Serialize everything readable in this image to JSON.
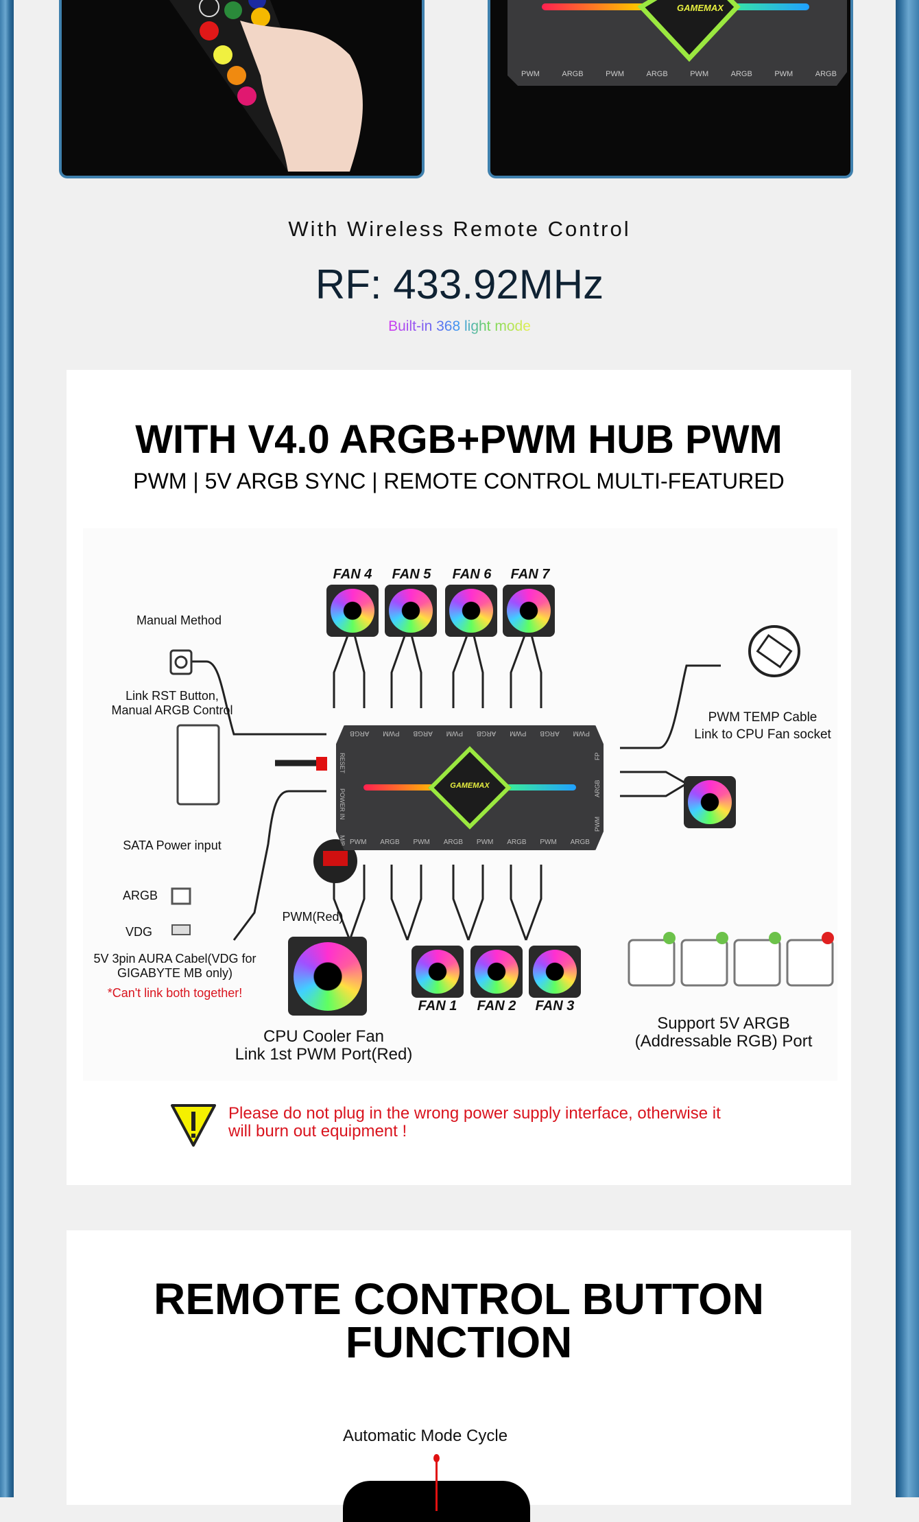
{
  "hero": {
    "wireless": "With Wireless Remote Control",
    "rf": "RF: 433.92MHz",
    "modes": "Built-in 368 light mode",
    "hub_brand": "GAMEMAX",
    "hub_ports": [
      "PWM",
      "ARGB",
      "PWM",
      "ARGB",
      "PWM",
      "ARGB",
      "PWM",
      "ARGB"
    ]
  },
  "hub_section": {
    "title": "WITH V4.0 ARGB+PWM HUB PWM",
    "subtitle": "PWM | 5V ARGB SYNC | REMOTE CONTROL MULTI-FEATURED",
    "hub": {
      "brand": "GAMEMAX",
      "ports_top": [
        "PWM",
        "ARGB",
        "PWM",
        "ARGB",
        "PWM",
        "ARGB",
        "PWM",
        "ARGB"
      ],
      "ports_bottom": [
        "PWM",
        "ARGB",
        "PWM",
        "ARGB",
        "PWM",
        "ARGB",
        "PWM",
        "ARGB"
      ],
      "left": [
        "RESET",
        "POWER IN",
        "M/B"
      ],
      "right": [
        "FP",
        "ARGB",
        "PWM"
      ]
    },
    "fans_top": [
      "FAN 4",
      "FAN 5",
      "FAN 6",
      "FAN 7"
    ],
    "fans_bottom": [
      "FAN 1",
      "FAN 2",
      "FAN 3"
    ],
    "manual_method": "Manual Method",
    "rst_1": "Link RST Button,",
    "rst_2": "Manual ARGB Control",
    "sata": "SATA Power input",
    "argb": "ARGB",
    "vdg": "VDG",
    "aura_1": "5V 3pin AURA Cabel(VDG for",
    "aura_2": "GIGABYTE MB only)",
    "cant_link": "*Can't link both together!",
    "pwm_red": "PWM(Red)",
    "cpu_1": "CPU Cooler Fan",
    "cpu_2": "Link 1st PWM Port(Red)",
    "pwm_temp_1": "PWM TEMP Cable",
    "pwm_temp_2": "Link to CPU Fan socket",
    "argb_support_1": "Support 5V ARGB",
    "argb_support_2": "(Addressable RGB) Port",
    "warning_1": "Please do not plug in the wrong power supply interface, otherwise it",
    "warning_2": "will burn out equipment !"
  },
  "remote_section": {
    "title_1": "REMOTE CONTROL BUTTON",
    "title_2": "FUNCTION",
    "auto_mode": "Automatic Mode Cycle"
  },
  "colors": {
    "accent_blue": "#3f80ad",
    "warning_red": "#d9141e",
    "rf_text": "#0f2233"
  }
}
